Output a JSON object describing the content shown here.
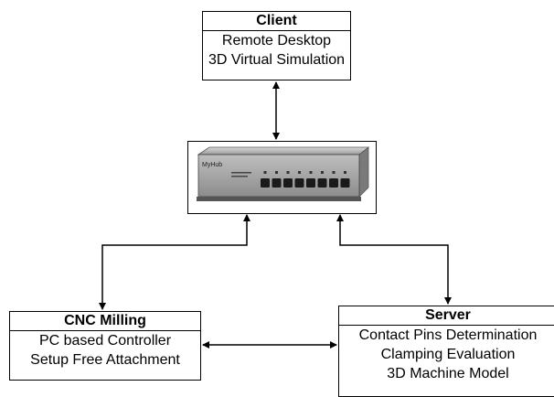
{
  "client": {
    "title": "Client",
    "lines": [
      "Remote Desktop",
      "3D Virtual Simulation"
    ]
  },
  "hub": {
    "brand_label": "MyHub",
    "port_count": 8
  },
  "cnc": {
    "title": "CNC Milling",
    "lines": [
      "PC based Controller",
      "Setup Free Attachment"
    ]
  },
  "server": {
    "title": "Server",
    "lines": [
      "Contact Pins Determination",
      "Clamping Evaluation",
      "3D Machine Model"
    ]
  }
}
